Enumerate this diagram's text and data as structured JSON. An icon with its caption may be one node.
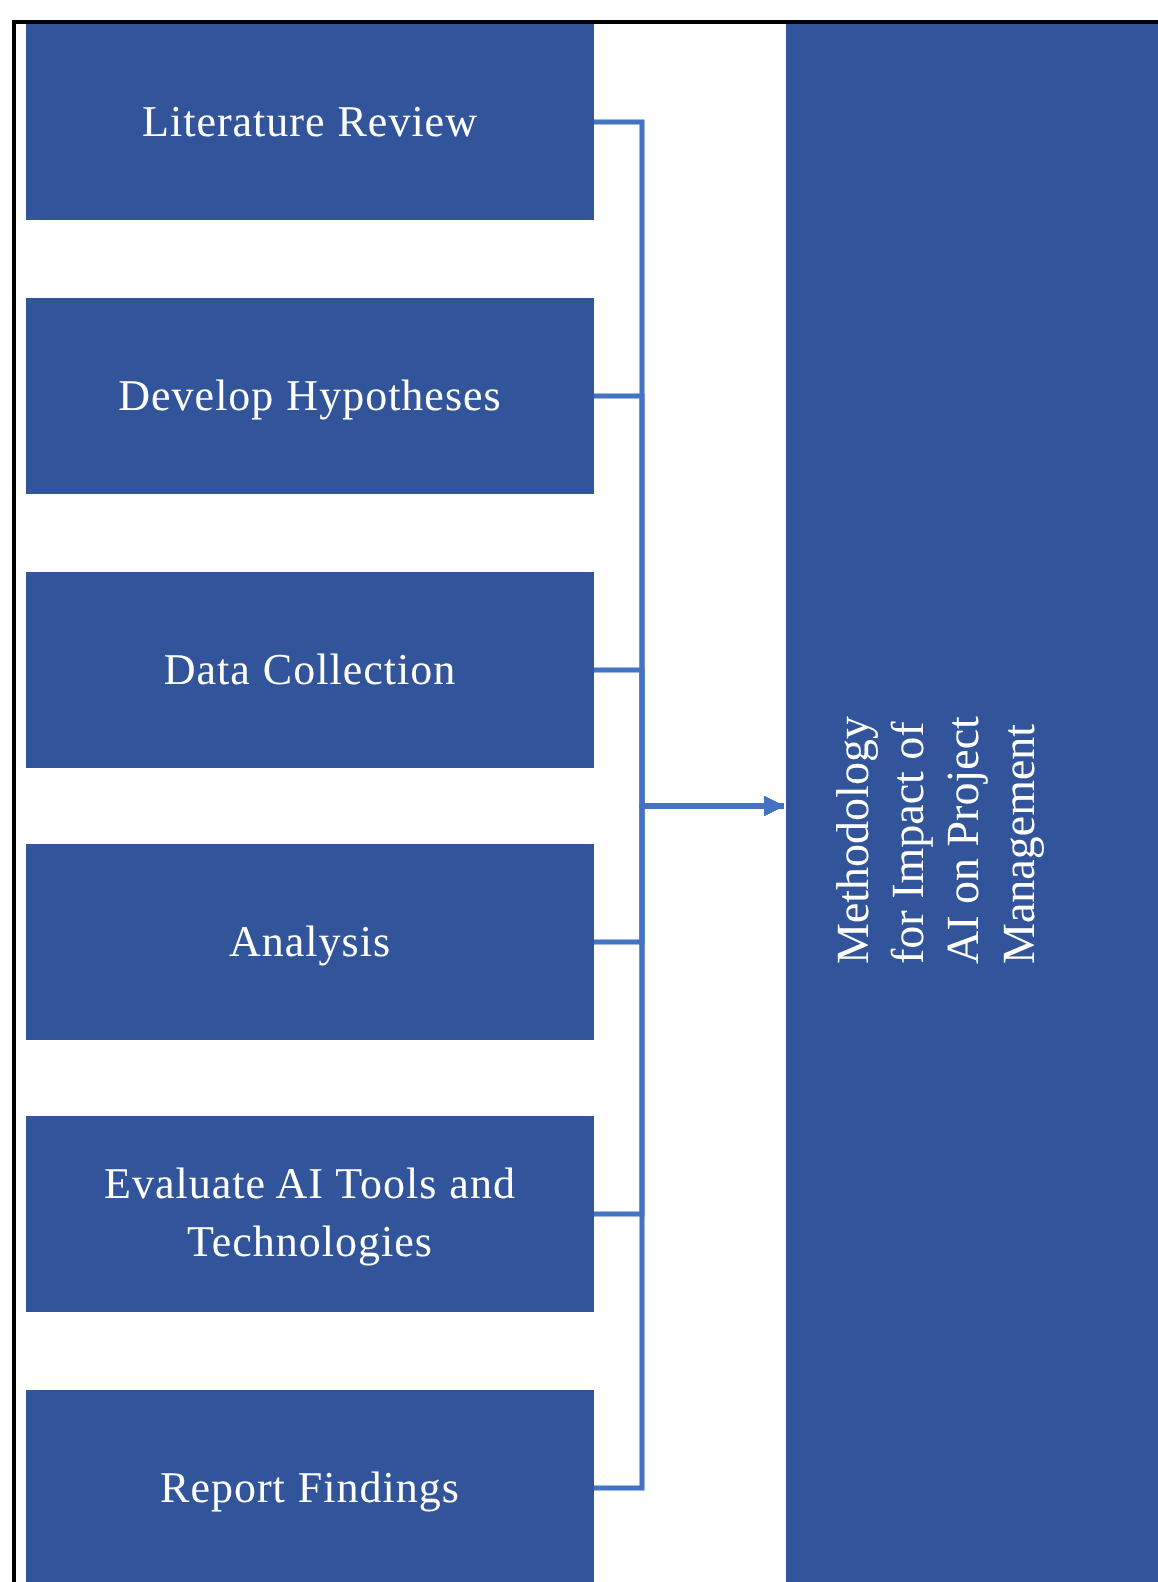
{
  "diagram": {
    "nodes": [
      {
        "text": [
          "Literature Review"
        ]
      },
      {
        "text": [
          "Develop Hypotheses"
        ]
      },
      {
        "text": [
          "Data Collection"
        ]
      },
      {
        "text": [
          "Analysis"
        ]
      },
      {
        "text": [
          "Evaluate AI Tools and Technologies"
        ]
      },
      {
        "text": [
          "Report Findings"
        ]
      },
      {
        "text": [
          "Methodology for Impact of AI on Project Management"
        ]
      }
    ],
    "edges": [
      {
        "from": 0,
        "to": 6,
        "arrow": "to"
      },
      {
        "from": 1,
        "to": 6,
        "arrow": "to"
      },
      {
        "from": 2,
        "to": 6,
        "arrow": "to"
      },
      {
        "from": 3,
        "to": 6,
        "arrow": "to"
      },
      {
        "from": 4,
        "to": 6,
        "arrow": "to"
      },
      {
        "from": 5,
        "to": 6,
        "arrow": "to"
      }
    ]
  }
}
